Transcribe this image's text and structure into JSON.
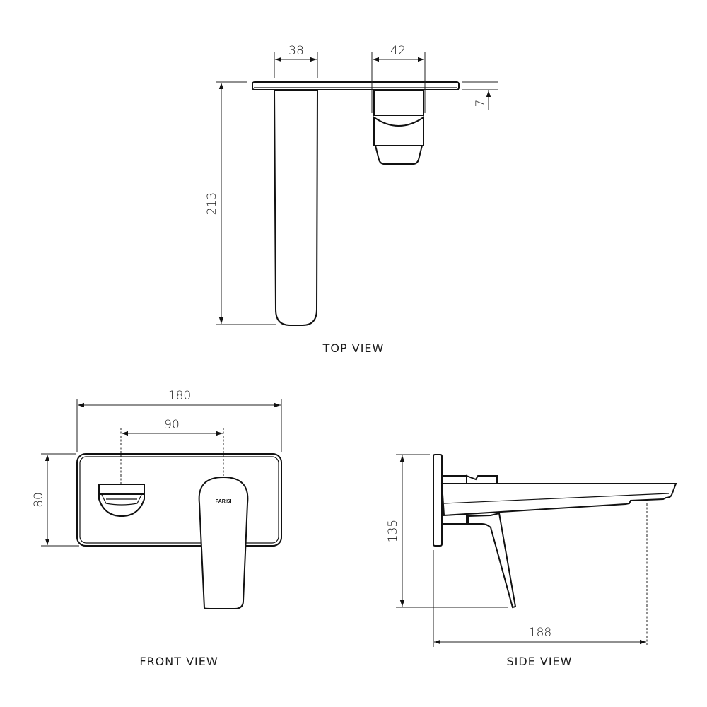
{
  "views": {
    "top": {
      "label": "TOP VIEW",
      "dimensions": {
        "spout_width": "38",
        "handle_width": "42",
        "plate_thickness": "7",
        "spout_length": "213"
      }
    },
    "front": {
      "label": "FRONT VIEW",
      "brand": "PARISI",
      "dimensions": {
        "plate_width": "180",
        "centres": "90",
        "plate_height": "80"
      }
    },
    "side": {
      "label": "SIDE VIEW",
      "dimensions": {
        "overall_height": "135",
        "projection": "188"
      }
    }
  },
  "colors": {
    "line": "#111111",
    "background": "#ffffff"
  }
}
